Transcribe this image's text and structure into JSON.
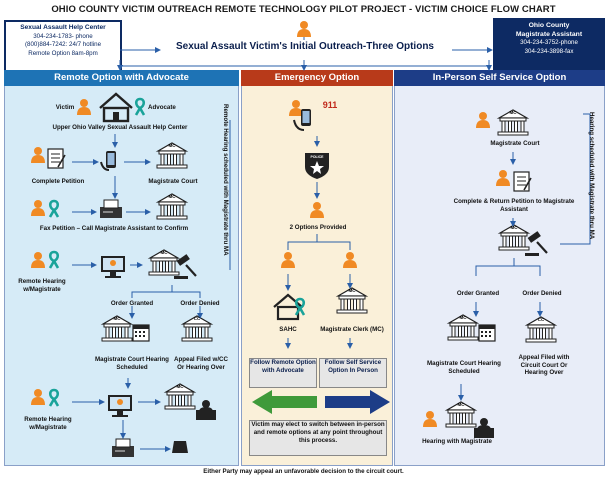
{
  "title": "OHIO COUNTY VICTIM OUTREACH REMOTE TECHNOLOGY PILOT PROJECT - VICTIM CHOICE FLOW CHART",
  "help_center": {
    "heading": "Sexual Assault Help Center",
    "phone": "304-234-1783- phone",
    "hotline": "(800)884-7242: 24/7 hotline",
    "hours": "Remote Option 8am-8pm"
  },
  "magistrate_assistant": {
    "heading1": "Ohio County",
    "heading2": "Magistrate Assistant",
    "phone": "304-234-3752-phone",
    "fax": "304-234-3898-fax"
  },
  "outreach_label": "Sexual Assault Victim's Initial Outreach-Three Options",
  "columns": {
    "remote": "Remote Option with Advocate",
    "emergency": "Emergency Option",
    "in_person": "In-Person Self Service Option"
  },
  "remote": {
    "victim": "Victim",
    "advocate": "Advocate",
    "center": "Upper Ohio Valley Sexual Assault Help Center",
    "complete_petition": "Complete Petition",
    "magistrate_court": "Magistrate Court",
    "fax_petition": "Fax Petition – Call Magistrate Assistant to Confirm",
    "remote_hearing": "Remote Hearing w/Magistrate",
    "order_granted": "Order Granted",
    "order_denied": "Order Denied",
    "court_hearing": "Magistrate Court Hearing Scheduled",
    "appeal": "Appeal Filed w/CC Or Hearing Over",
    "remote_hearing2": "Remote Hearing w/Magistrate",
    "vertical_note": "Remote Hearing scheduled with Magistrate thru MA"
  },
  "emergency": {
    "phone_label": "911",
    "two_options": "2 Options Provided",
    "sahc": "SAHC",
    "clerk": "Magistrate Clerk (MC)",
    "follow_remote": "Follow Remote Option with Advocate",
    "follow_self": "Follow Self Service Option In Person",
    "switch_note": "Victim may elect to switch between in-person and remote options at any point throughout this process."
  },
  "in_person": {
    "magistrate_court": "Magistrate Court",
    "complete_return": "Complete & Return Petition to Magistrate Assistant",
    "order_granted": "Order Granted",
    "order_denied": "Order Denied",
    "court_hearing": "Magistrate Court Hearing Scheduled",
    "appeal": "Appeal Filed with Circuit Court Or Hearing Over",
    "hearing": "Hearing with Magistrate",
    "vertical_note": "Hearing scheduled with Magistrate thru MA"
  },
  "footer": "Either Party may appeal an unfavorable decision to the circuit court.",
  "building_label": "MC",
  "cc_label": "CC",
  "police_label": "POLICE",
  "colors": {
    "remote_header": "#1e73b5",
    "emergency_header": "#b83a1a",
    "in_person_header": "#1d3d87",
    "person": "#f08a24",
    "ribbon": "#1aa39a",
    "arrow_green": "#3f9a3a",
    "arrow_navy": "#1d3d87"
  }
}
